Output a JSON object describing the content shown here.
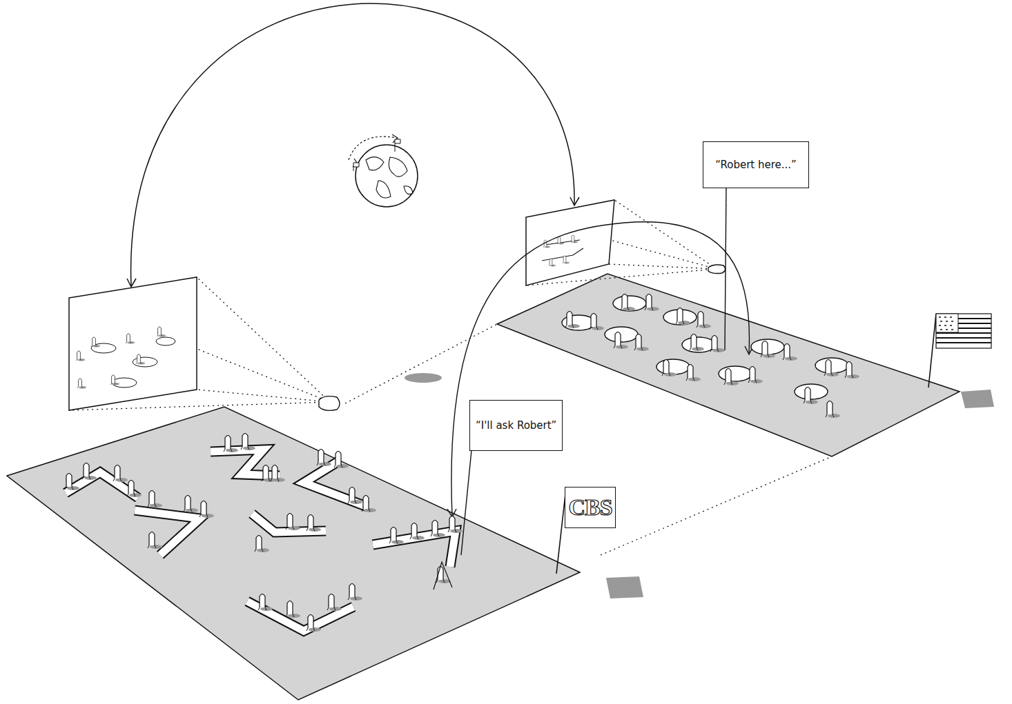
{
  "diagram": {
    "nodes": [
      {
        "text": [
          "“Robert here...”"
        ]
      },
      {
        "text": [
          "“I'll ask Robert”"
        ]
      },
      {
        "text": [
          "CBS"
        ]
      }
    ]
  }
}
